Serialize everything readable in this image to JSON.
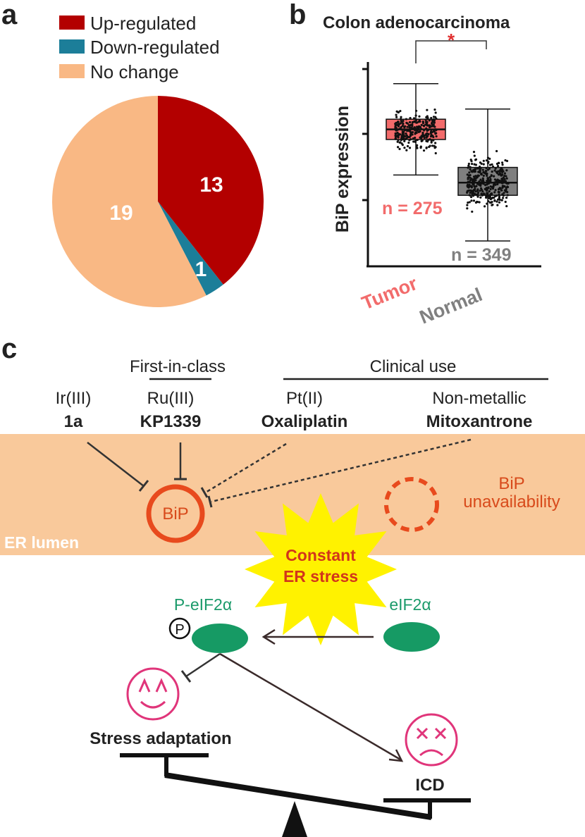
{
  "panels": {
    "a": "a",
    "b": "b",
    "c": "c"
  },
  "chart_data": [
    {
      "type": "pie",
      "legend": [
        {
          "label": "Up-regulated",
          "color": "#b30000"
        },
        {
          "label": "Down-regulated",
          "color": "#1c7e99"
        },
        {
          "label": "No change",
          "color": "#f9b884"
        }
      ],
      "slices": [
        {
          "label": "Up-regulated",
          "value": 13,
          "color": "#b30000"
        },
        {
          "label": "Down-regulated",
          "value": 1,
          "color": "#1c7e99"
        },
        {
          "label": "No change",
          "value": 19,
          "color": "#f9b884"
        }
      ]
    },
    {
      "type": "box",
      "title": "Colon adenocarcinoma",
      "ylabel": "BiP expression",
      "significance": "*",
      "categories": [
        {
          "name": "Tumor",
          "n_label": "n = 275",
          "n": 275,
          "color": "#f26b6b",
          "q1": 9.0,
          "median": 9.4,
          "q3": 9.8,
          "whisker_low": 7.6,
          "whisker_high": 11.2
        },
        {
          "name": "Normal",
          "n_label": "n = 349",
          "n": 349,
          "color": "#7f7f7f",
          "q1": 6.8,
          "median": 7.3,
          "q3": 7.9,
          "whisker_low": 5.0,
          "whisker_high": 10.2
        }
      ],
      "colors": {
        "tumor_text": "#f26b6b",
        "normal_text": "#808080",
        "star": "#e03030"
      }
    }
  ],
  "diagram": {
    "first_in_class": "First-in-class",
    "clinical_use": "Clinical use",
    "drugs": [
      {
        "class": "Ir(III)",
        "name": "1a"
      },
      {
        "class": "Ru(III)",
        "name": "KP1339"
      },
      {
        "class": "Pt(II)",
        "name": "Oxaliplatin"
      },
      {
        "class": "Non-metallic",
        "name": "Mitoxantrone"
      }
    ],
    "bip": "BiP",
    "bip_unavailability_1": "BiP",
    "bip_unavailability_2": "unavailability",
    "er_lumen": "ER lumen",
    "stress_1": "Constant",
    "stress_2": "ER stress",
    "p_eif2a": "P-eIF2α",
    "eif2a": "eIF2α",
    "p_symbol": "P",
    "stress_adaptation": "Stress adaptation",
    "icd": "ICD",
    "colors": {
      "er_band": "#f9c99b",
      "bip": "#e84a1d",
      "star": "#fff200",
      "eif": "#169a64",
      "face": "#e0357a"
    }
  }
}
